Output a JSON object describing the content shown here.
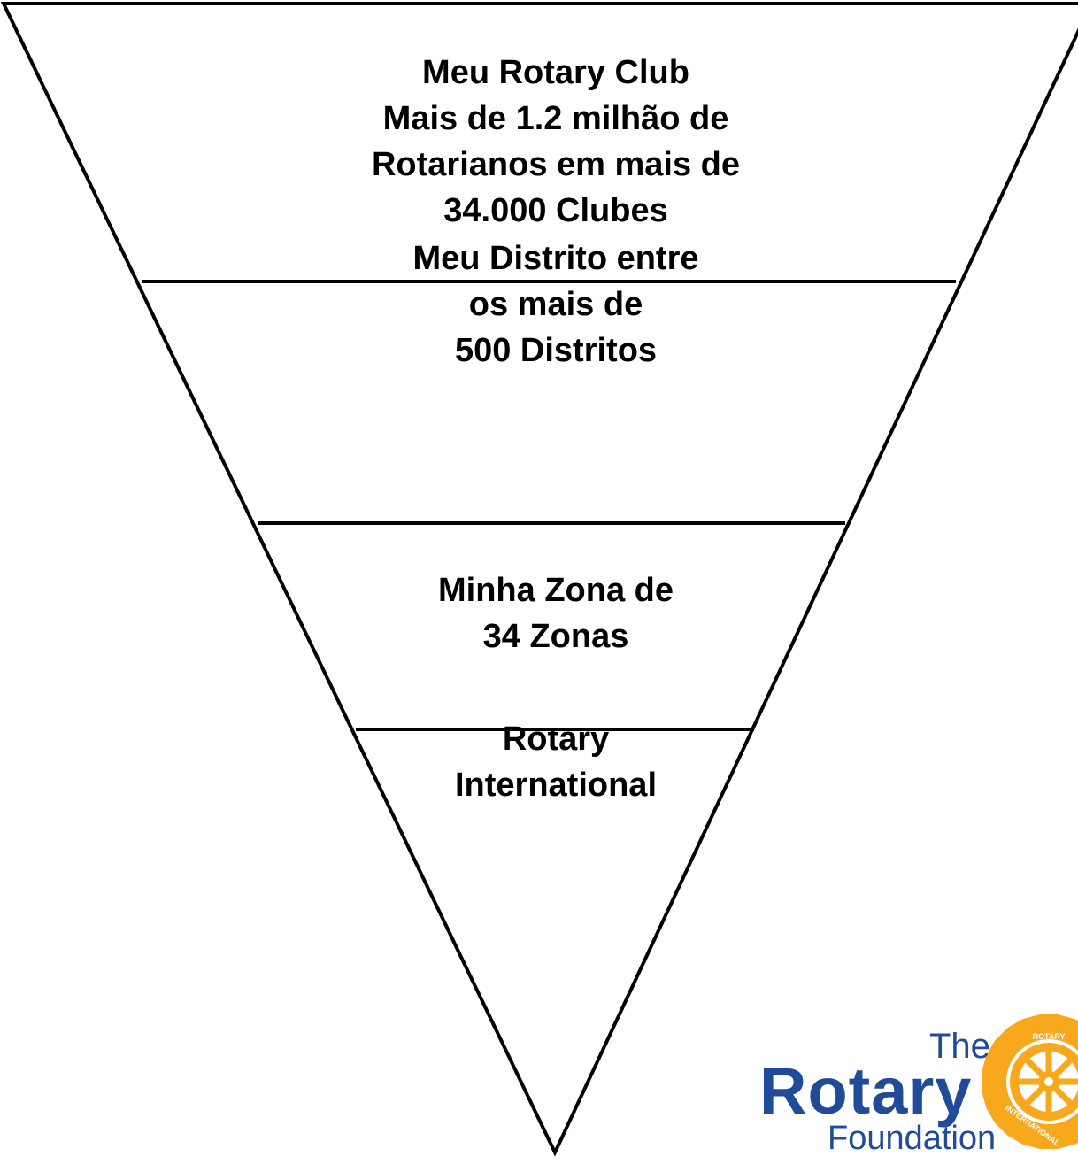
{
  "diagram": {
    "tiers": [
      {
        "lines": [
          "Meu Rotary Club",
          "Mais de 1.2 milhão de",
          "Rotarianos em mais de",
          "34.000 Clubes"
        ]
      },
      {
        "lines": [
          "Meu Distrito entre",
          "os mais de",
          "500 Distritos"
        ]
      },
      {
        "lines": [
          "Minha Zona de",
          "34 Zonas"
        ]
      },
      {
        "lines": [
          "Rotary",
          "International"
        ]
      }
    ],
    "stroke_color": "#000000"
  },
  "logo": {
    "the": "The",
    "rotary": "Rotary",
    "foundation": "Foundation",
    "wheel_text_top": "ROTARY",
    "wheel_text_bottom": "INTERNATIONAL",
    "blue": "#1f4b99",
    "gold": "#f7a81b"
  }
}
